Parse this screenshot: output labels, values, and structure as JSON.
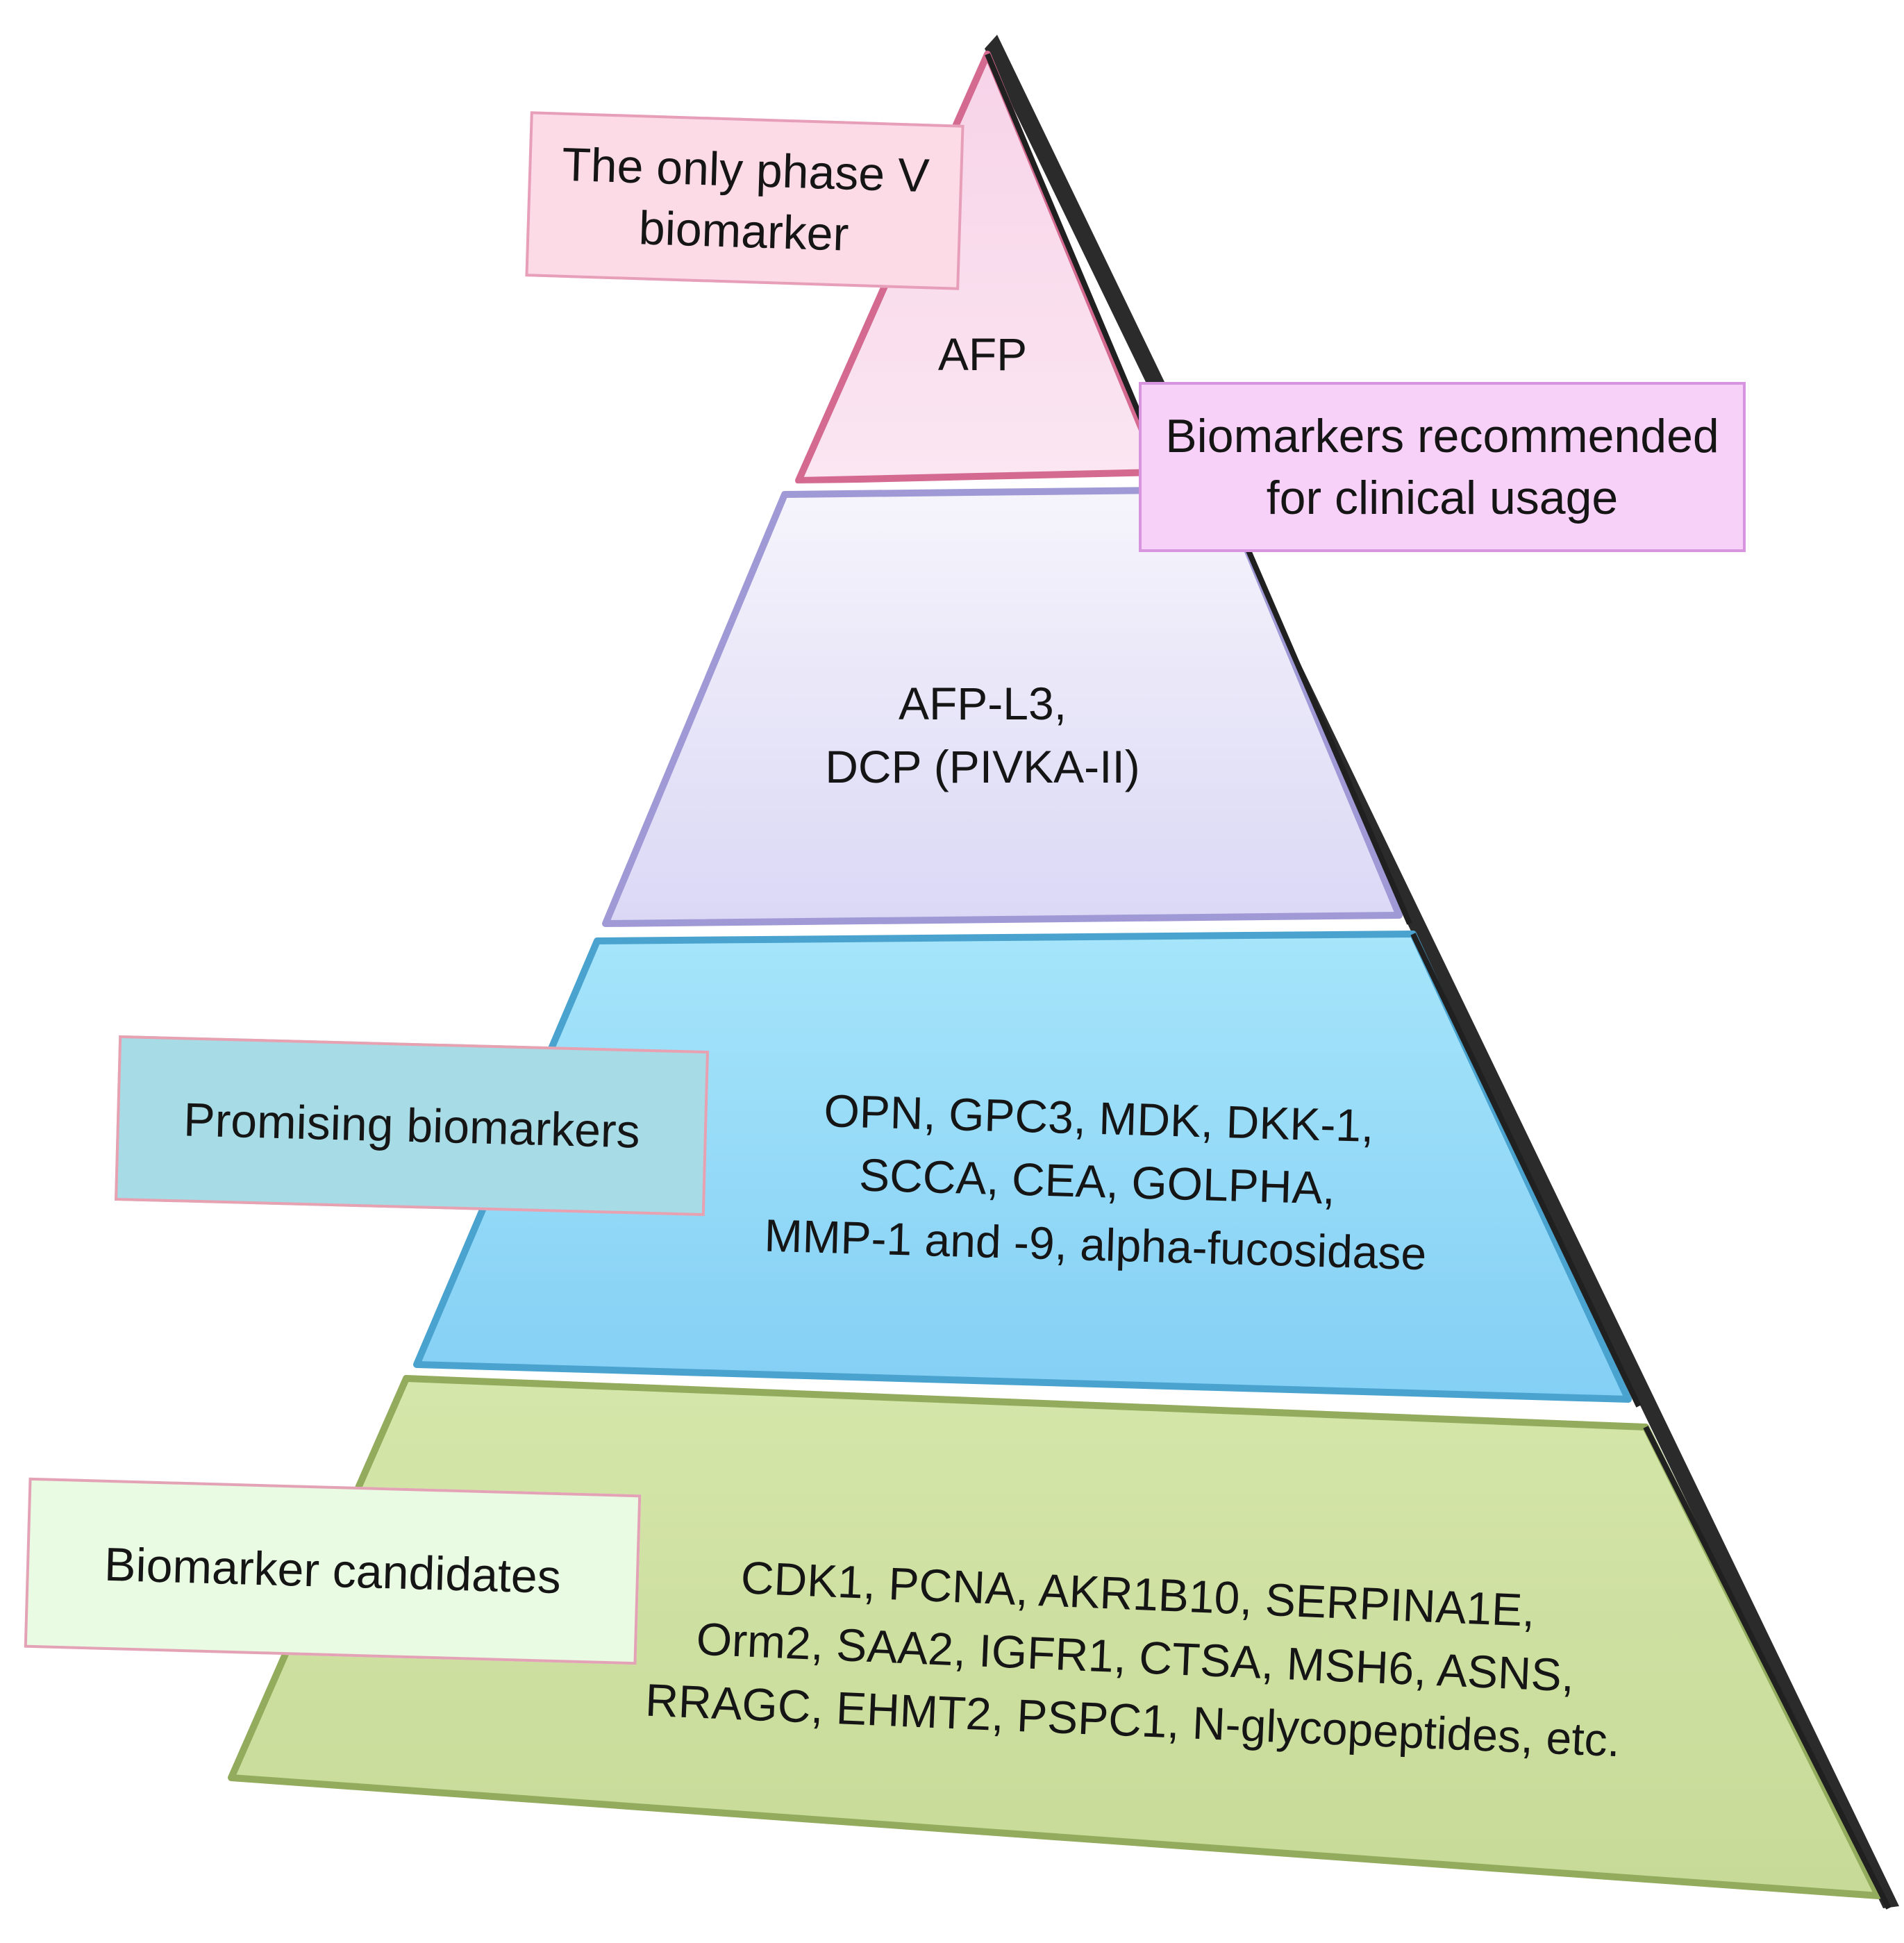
{
  "tiers": [
    {
      "id": "phase-v",
      "text": "AFP",
      "fill_top": "#f7d3e8",
      "fill_bottom": "#fbe6f2",
      "edge": "#d46a8f"
    },
    {
      "id": "clinical",
      "text": "AFP-L3,\nDCP (PIVKA-II)",
      "fill_top": "#f6f4fb",
      "fill_bottom": "#dad8f5",
      "edge": "#9f9ad6"
    },
    {
      "id": "promising",
      "text": "OPN, GPC3, MDK, DKK-1,\nSCCA, CEA, GOLPHA,\nMMP-1 and -9, alpha-fucosidase",
      "fill_top": "#a6e5fa",
      "fill_bottom": "#84cff5",
      "edge": "#4aa3cf"
    },
    {
      "id": "candidates",
      "text": "CDK1, PCNA, AKR1B10, SERPINA1E,\nOrm2,  SAA2, IGFR1, CTSA, MSH6, ASNS,\nRRAGC, EHMT2, PSPC1, N-glycopeptides, etc.",
      "fill_top": "#d5e6aa",
      "fill_bottom": "#c7da97",
      "edge": "#93ab5c"
    }
  ],
  "callouts": [
    {
      "id": "phase-v",
      "text": "The only phase V\nbiomarker",
      "fill": "#fcdbe7",
      "border": "#e79fb9"
    },
    {
      "id": "clinical",
      "text": "Biomarkers recommended\nfor clinical usage",
      "fill": "#f7d1f7",
      "border": "#d994df"
    },
    {
      "id": "promising",
      "text": "Promising biomarkers",
      "fill": "#a7dbe5",
      "border": "#e7a1b1"
    },
    {
      "id": "candidates",
      "text": "Biomarker candidates",
      "fill": "#e9fbe2",
      "border": "#e4a2b6"
    }
  ],
  "colors": {
    "outline": "#202020",
    "shadow": "#2b2b2b"
  }
}
